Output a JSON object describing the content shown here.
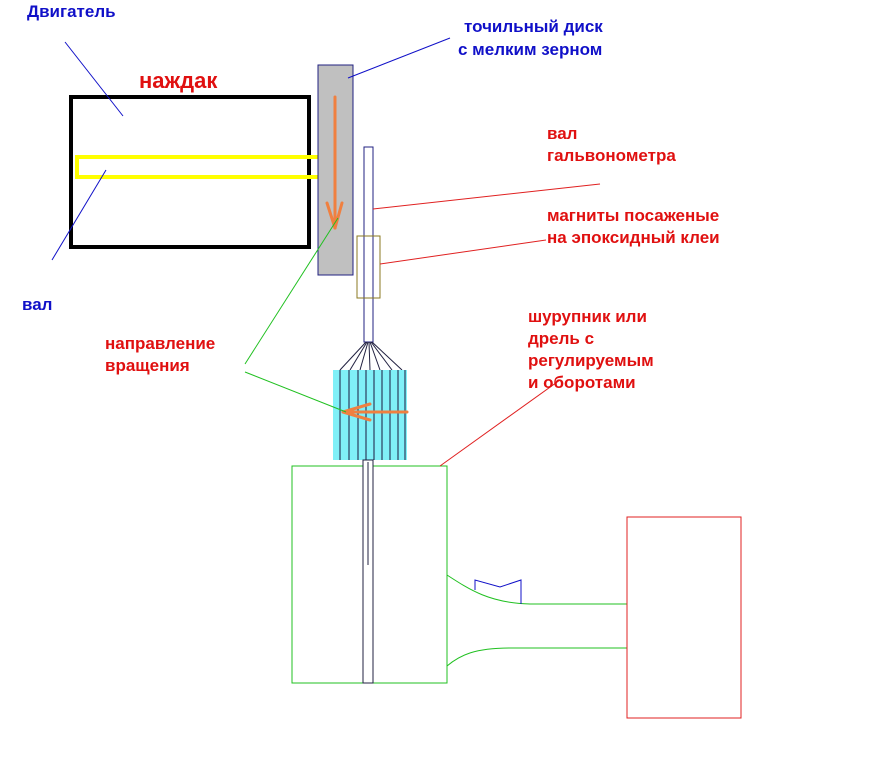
{
  "labels": {
    "motor": "Двигатель",
    "grinder": "наждак",
    "disc_line1": "точильный диск",
    "disc_line2": "с мелким зерном",
    "shaft_galvo_line1": "вал",
    "shaft_galvo_line2": "гальвонометра",
    "magnets_line1": "магниты посаженые",
    "magnets_line2": "на эпоксидный клеи",
    "shaft": "вал",
    "rotation_line1": "направление",
    "rotation_line2": "вращения",
    "drill_line1": "шурупник или",
    "drill_line2": "дрель с",
    "drill_line3": "регулируемым",
    "drill_line4": "и оборотами"
  },
  "colors": {
    "label_blue": "#1010c8",
    "label_red": "#e01010",
    "motor_body": "#000000",
    "motor_shaft": "#ffff00",
    "disc_fill": "#c0c0c0",
    "arrow": "#f08040",
    "chuck_fill": "#80f0f8",
    "drill_outline": "#20c020",
    "handle_outline": "#e02020",
    "magnet_outline": "#8b7a20"
  }
}
